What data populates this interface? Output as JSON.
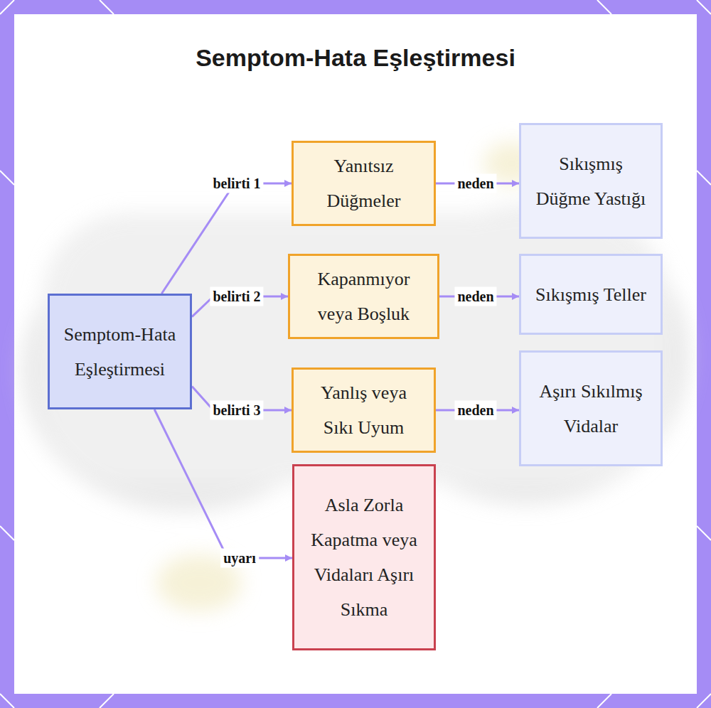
{
  "diagram": {
    "title": "Semptom-Hata Eşleştirmesi",
    "nodes": [
      {
        "text": [
          "Semptom-Hata Eşleştirmesi"
        ]
      },
      {
        "text": [
          "Yanıtsız Düğmeler"
        ]
      },
      {
        "text": [
          "Sıkışmış Düğme Yastığı"
        ]
      },
      {
        "text": [
          "Kapanmıyor veya Boşluk"
        ]
      },
      {
        "text": [
          "Sıkışmış Teller"
        ]
      },
      {
        "text": [
          "Yanlış veya Sıkı Uyum"
        ]
      },
      {
        "text": [
          "Aşırı Sıkılmış Vidalar"
        ]
      },
      {
        "text": [
          "Asla Zorla Kapatma veya Vidaları Aşırı Sıkma"
        ]
      }
    ],
    "edges": [
      {
        "from": 0,
        "to": 1,
        "label": "belirti 1",
        "arrow": "to"
      },
      {
        "from": 1,
        "to": 2,
        "label": "neden",
        "arrow": "to"
      },
      {
        "from": 0,
        "to": 3,
        "label": "belirti 2",
        "arrow": "to"
      },
      {
        "from": 3,
        "to": 4,
        "label": "neden",
        "arrow": "to"
      },
      {
        "from": 0,
        "to": 5,
        "label": "belirti 3",
        "arrow": "to"
      },
      {
        "from": 5,
        "to": 6,
        "label": "neden",
        "arrow": "to"
      },
      {
        "from": 0,
        "to": 7,
        "label": "uyarı",
        "arrow": "to"
      }
    ]
  }
}
